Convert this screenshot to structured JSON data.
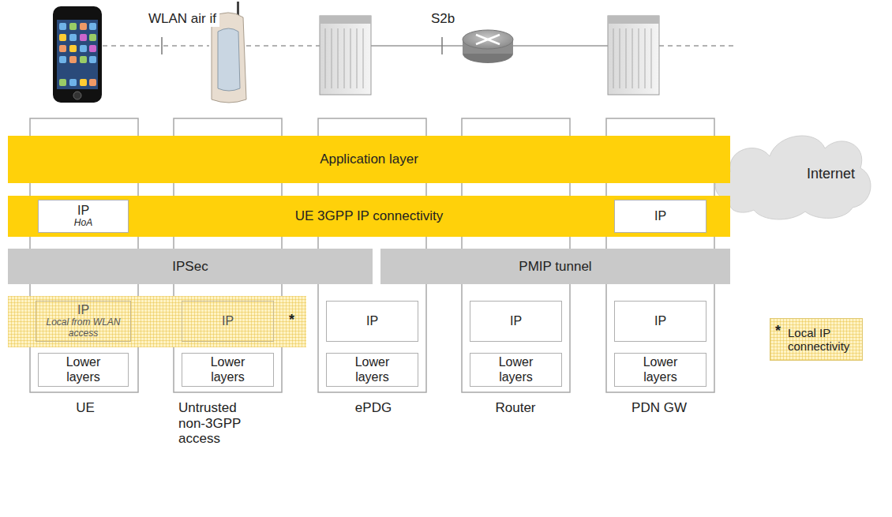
{
  "diagram": {
    "nodes": [
      {
        "text": [
          "Application layer"
        ]
      },
      {
        "text": [
          "UE 3GPP IP connectivity"
        ]
      },
      {
        "text": [
          "IP",
          "HoA"
        ],
        "in": 1
      },
      {
        "text": [
          "IP"
        ],
        "in": 1
      },
      {
        "text": [
          "IPSec"
        ]
      },
      {
        "text": [
          "PMIP tunnel"
        ]
      },
      {
        "text": [
          "*"
        ]
      },
      {
        "text": [
          "IP",
          "Local from WLAN access"
        ],
        "in": 6
      },
      {
        "text": [
          "IP"
        ],
        "in": 6
      },
      {
        "text": [
          "IP"
        ]
      },
      {
        "text": [
          "IP"
        ]
      },
      {
        "text": [
          "IP"
        ]
      },
      {
        "text": [
          "Lower layers"
        ]
      },
      {
        "text": [
          "Lower layers"
        ]
      },
      {
        "text": [
          "Lower layers"
        ]
      },
      {
        "text": [
          "Lower layers"
        ]
      },
      {
        "text": [
          "Lower layers"
        ]
      },
      {
        "text": [
          "Internet"
        ]
      }
    ],
    "labels": [
      "WLAN air if",
      "S2b",
      "UE",
      "Untrusted non-3GPP access",
      "ePDG",
      "Router",
      "PDN GW",
      "*"
    ],
    "legend": [
      {
        "text": "Local IP connectivity",
        "color": "#fff3c4"
      }
    ]
  }
}
